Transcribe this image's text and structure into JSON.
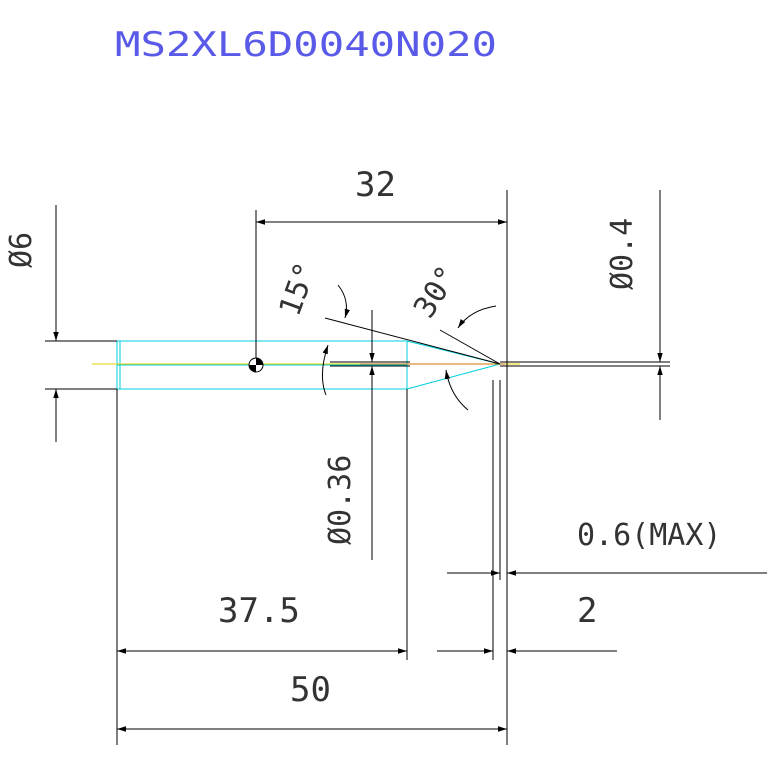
{
  "title": "MS2XL6D0040N020",
  "colors": {
    "title": "#5a5ae8",
    "dimension": "#222222",
    "outline": "#00cfe0",
    "centerline": "#e8d000",
    "accent": "#d07000",
    "background": "#ffffff"
  },
  "dimensions": {
    "shank_diameter": "Ø6",
    "tip_diameter": "Ø0.4",
    "neck_diameter": "Ø0.36",
    "length_32": "32",
    "length_37_5": "37.5",
    "overall_length": "50",
    "angle_15": "15°",
    "angle_30": "30°",
    "max_0_6": "0.6(MAX)",
    "length_2": "2"
  }
}
